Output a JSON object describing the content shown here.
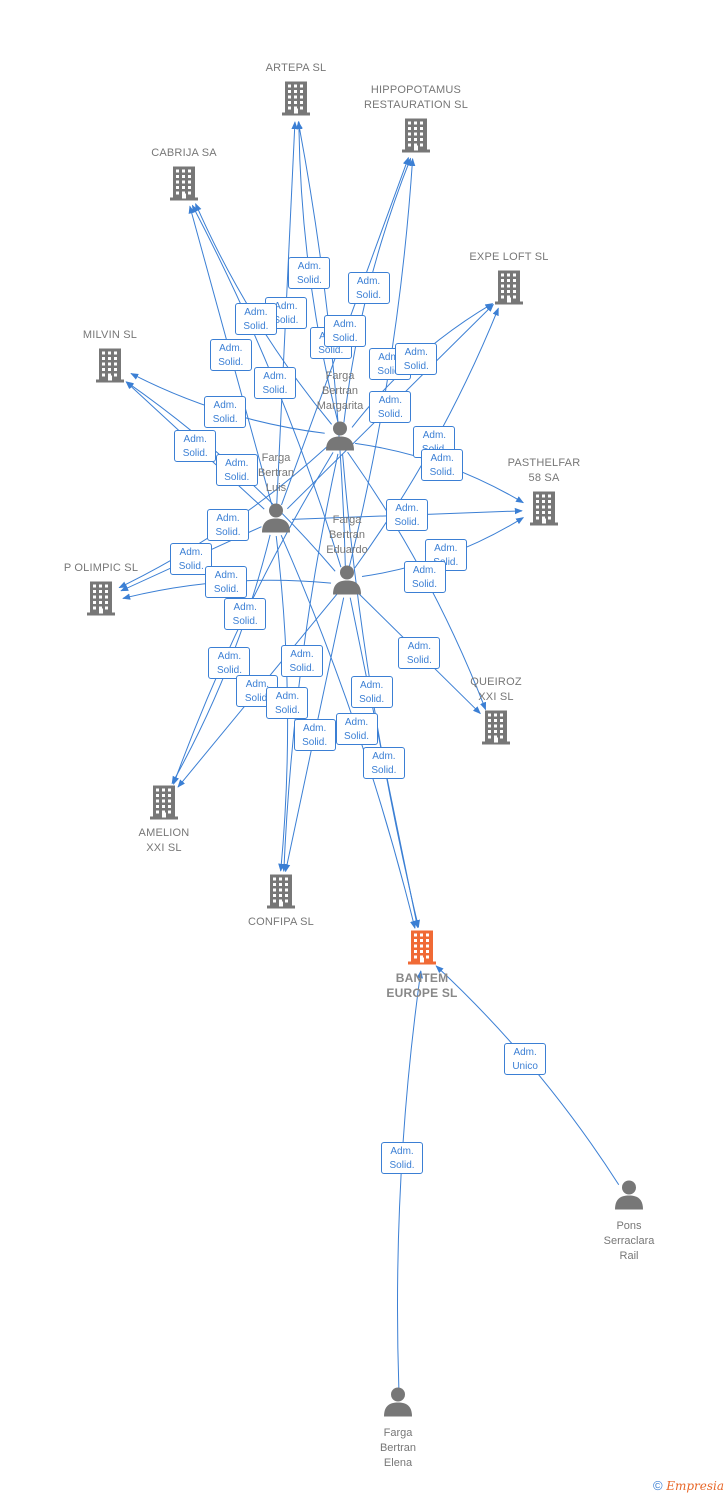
{
  "colors": {
    "edge": "#3b7fd4",
    "node_icon": "#777777",
    "main_icon": "#f06a35",
    "label_border": "#3b7fd4"
  },
  "companies": [
    {
      "id": "artepa",
      "lines": [
        "ARTEPA SL"
      ]
    },
    {
      "id": "hippo",
      "lines": [
        "HIPPOPOTAMUS",
        "RESTAURATION SL"
      ]
    },
    {
      "id": "cabrija",
      "lines": [
        "CABRIJA SA"
      ]
    },
    {
      "id": "expe",
      "lines": [
        "EXPE LOFT SL"
      ]
    },
    {
      "id": "milvin",
      "lines": [
        "MILVIN SL"
      ]
    },
    {
      "id": "pasthelfar",
      "lines": [
        "PASTHELFAR",
        "58 SA"
      ]
    },
    {
      "id": "polimpic",
      "lines": [
        "P OLIMPIC SL"
      ]
    },
    {
      "id": "queiroz",
      "lines": [
        "QUEIROZ",
        "XXI SL"
      ]
    },
    {
      "id": "amelion",
      "lines": [
        "AMELION",
        "XXI SL"
      ]
    },
    {
      "id": "confipa",
      "lines": [
        "CONFIPA SL"
      ]
    },
    {
      "id": "bantem",
      "lines": [
        "BANTEM",
        "EUROPE  SL"
      ],
      "main": true
    }
  ],
  "persons": [
    {
      "id": "margarita",
      "lines": [
        "Farga",
        "Bertran",
        "Margarita"
      ]
    },
    {
      "id": "luis",
      "lines": [
        "Farga",
        "Bertran",
        "Luis"
      ]
    },
    {
      "id": "eduardo",
      "lines": [
        "Farga",
        "Bertran",
        "Eduardo"
      ]
    },
    {
      "id": "pons",
      "lines": [
        "Pons",
        "Serraclara",
        "Rail"
      ]
    },
    {
      "id": "elena",
      "lines": [
        "Farga",
        "Bertran",
        "Elena"
      ]
    }
  ],
  "relations": [
    {
      "from": "margarita",
      "to": "artepa",
      "label": [
        "Adm.",
        "Solid."
      ]
    },
    {
      "from": "luis",
      "to": "artepa",
      "label": [
        "Adm.",
        "Solid."
      ]
    },
    {
      "from": "eduardo",
      "to": "artepa",
      "label": [
        "Adm.",
        "Solid."
      ]
    },
    {
      "from": "margarita",
      "to": "hippo",
      "label": [
        "Adm.",
        "Solid."
      ]
    },
    {
      "from": "luis",
      "to": "hippo",
      "label": [
        "Adm.",
        "Solid."
      ]
    },
    {
      "from": "eduardo",
      "to": "hippo",
      "label": [
        "Adm.",
        "Solid."
      ]
    },
    {
      "from": "margarita",
      "to": "cabrija",
      "label": [
        "Adm.",
        "Solid."
      ]
    },
    {
      "from": "luis",
      "to": "cabrija",
      "label": [
        "Adm.",
        "Solid."
      ]
    },
    {
      "from": "eduardo",
      "to": "cabrija",
      "label": [
        "Adm.",
        "Solid."
      ]
    },
    {
      "from": "margarita",
      "to": "expe",
      "label": [
        "Adm.",
        "Solid."
      ]
    },
    {
      "from": "luis",
      "to": "expe",
      "label": [
        "Adm.",
        "Solid."
      ]
    },
    {
      "from": "eduardo",
      "to": "expe",
      "label": [
        "Adm.",
        "Solid."
      ]
    },
    {
      "from": "margarita",
      "to": "milvin",
      "label": [
        "Adm.",
        "Solid."
      ]
    },
    {
      "from": "luis",
      "to": "milvin",
      "label": [
        "Adm.",
        "Solid."
      ]
    },
    {
      "from": "eduardo",
      "to": "milvin",
      "label": [
        "Adm.",
        "Solid."
      ]
    },
    {
      "from": "margarita",
      "to": "pasthelfar",
      "label": [
        "Adm.",
        "Solid."
      ]
    },
    {
      "from": "luis",
      "to": "pasthelfar",
      "label": [
        "Adm.",
        "Solid."
      ]
    },
    {
      "from": "eduardo",
      "to": "pasthelfar",
      "label": [
        "Adm.",
        "Solid."
      ]
    },
    {
      "from": "margarita",
      "to": "polimpic",
      "label": [
        "Adm.",
        "Solid."
      ]
    },
    {
      "from": "luis",
      "to": "polimpic",
      "label": [
        "Adm.",
        "Solid."
      ]
    },
    {
      "from": "eduardo",
      "to": "polimpic",
      "label": [
        "Adm.",
        "Solid."
      ]
    },
    {
      "from": "margarita",
      "to": "queiroz",
      "label": [
        "Adm.",
        "Solid."
      ]
    },
    {
      "from": "eduardo",
      "to": "queiroz",
      "label": [
        "Adm.",
        "Solid."
      ]
    },
    {
      "from": "margarita",
      "to": "amelion",
      "label": [
        "Adm.",
        "Solid."
      ]
    },
    {
      "from": "luis",
      "to": "amelion",
      "label": [
        "Adm.",
        "Solid."
      ]
    },
    {
      "from": "eduardo",
      "to": "amelion",
      "label": [
        "Adm.",
        "Solid."
      ]
    },
    {
      "from": "margarita",
      "to": "confipa",
      "label": [
        "Adm.",
        "Solid."
      ]
    },
    {
      "from": "luis",
      "to": "confipa",
      "label": [
        "Adm.",
        "Solid."
      ]
    },
    {
      "from": "eduardo",
      "to": "confipa",
      "label": [
        "Adm.",
        "Solid."
      ]
    },
    {
      "from": "margarita",
      "to": "bantem",
      "label": [
        "Adm.",
        "Solid."
      ]
    },
    {
      "from": "luis",
      "to": "bantem",
      "label": [
        "Adm.",
        "Solid."
      ]
    },
    {
      "from": "eduardo",
      "to": "bantem",
      "label": [
        "Adm.",
        "Solid."
      ]
    },
    {
      "from": "pons",
      "to": "bantem",
      "label": [
        "Adm.",
        "Unico"
      ]
    },
    {
      "from": "elena",
      "to": "bantem",
      "label": [
        "Adm.",
        "Solid."
      ]
    }
  ],
  "copyright": {
    "symbol": "©",
    "brand": "Empresia"
  }
}
